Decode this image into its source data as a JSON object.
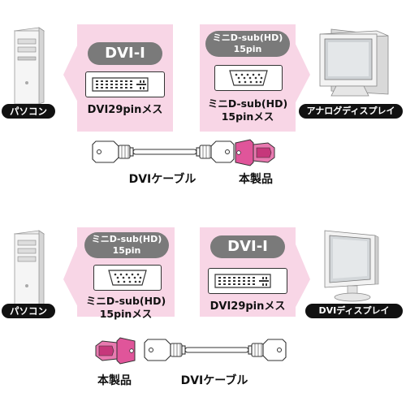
{
  "top": {
    "left_device_label": "パソコン",
    "left_box": {
      "title": "DVI-I",
      "caption": "DVI29pinメス"
    },
    "right_box": {
      "title_line1": "ミニD-sub(HD)",
      "title_line2": "15pin",
      "caption_line1": "ミニD-sub(HD)",
      "caption_line2": "15pinメス"
    },
    "right_device_label": "アナログディスプレイ",
    "cable_label": "DVIケーブル",
    "product_label": "本製品"
  },
  "bottom": {
    "left_device_label": "パソコン",
    "left_box": {
      "title_line1": "ミニD-sub(HD)",
      "title_line2": "15pin",
      "caption_line1": "ミニD-sub(HD)",
      "caption_line2": "15pinメス"
    },
    "right_box": {
      "title": "DVI-I",
      "caption": "DVI29pinメス"
    },
    "right_device_label": "DVIディスプレイ",
    "cable_label": "DVIケーブル",
    "product_label": "本製品"
  },
  "colors": {
    "pink_panel": "#f8d6e6",
    "adapter": "#e0559a",
    "pill": "#7a7a7a",
    "label_bg": "#111111"
  },
  "icons": [
    "desktop-pc-icon",
    "crt-monitor-icon",
    "lcd-monitor-icon",
    "dvi-port-icon",
    "vga-port-icon",
    "dvi-cable-icon",
    "adapter-icon"
  ]
}
